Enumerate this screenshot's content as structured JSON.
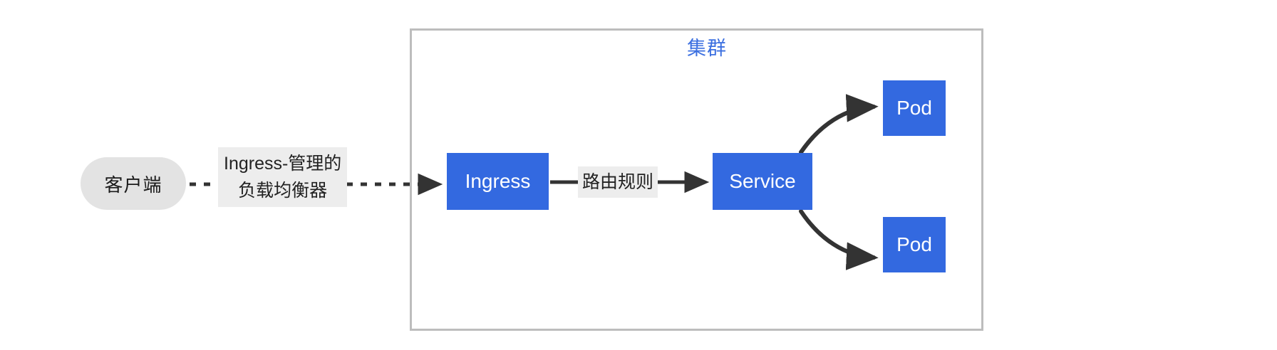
{
  "diagram": {
    "title_visible": false,
    "background": "#ffffff",
    "accent_blue": "#3369e0",
    "cluster_border": "#bdbdbd",
    "label_bg": "#ededed",
    "client_fill": "#e3e3e3",
    "edge_color": "#333333"
  },
  "cluster": {
    "label": "集群"
  },
  "nodes": {
    "client": "客户端",
    "ingress": "Ingress",
    "service": "Service",
    "pod_top": "Pod",
    "pod_bottom": "Pod"
  },
  "edges": {
    "client_to_ingress": {
      "label_line1": "Ingress-管理的",
      "label_line2": "负载均衡器",
      "style": "dotted"
    },
    "ingress_to_service": {
      "label": "路由规则",
      "style": "solid"
    },
    "service_to_pod_top": {
      "label": "",
      "style": "curved"
    },
    "service_to_pod_bottom": {
      "label": "",
      "style": "curved"
    }
  }
}
